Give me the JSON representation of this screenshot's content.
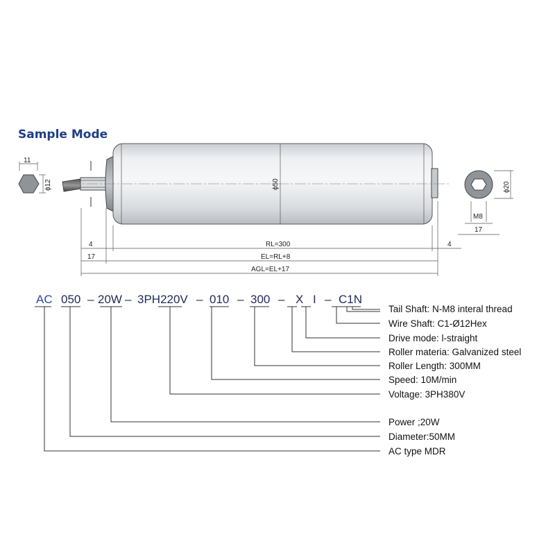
{
  "title": "Sample Mode",
  "dimensions": {
    "hex_width": "11",
    "shaft_dia": "ϕ12",
    "roller_dia": "ϕ50",
    "tail_dia": "ϕ20",
    "tail_thread": "M8",
    "tail_width": "17",
    "left_offset": "4",
    "right_offset": "4",
    "left_17": "17",
    "rl": "RL=300",
    "el": "EL=RL+8",
    "agl": "AGL=EL+17"
  },
  "code_parts": [
    "AC",
    "050",
    "–",
    "20W",
    "–",
    "3PH220V",
    "–",
    "010",
    "–",
    "300",
    "–",
    "X",
    "I",
    "–",
    "C1N"
  ],
  "legend": [
    "Tail Shaft:   N-M8 interal thread",
    "Wire Shaft:  C1-Ø12Hex",
    "Drive mode: l-straight",
    "Roller materia: Galvanized steel",
    "Roller Length: 300MM",
    "Speed: 10M/min",
    "Voltage: 3PH380V",
    "Power ;20W",
    "Diameter:50MM",
    "AC type MDR"
  ]
}
